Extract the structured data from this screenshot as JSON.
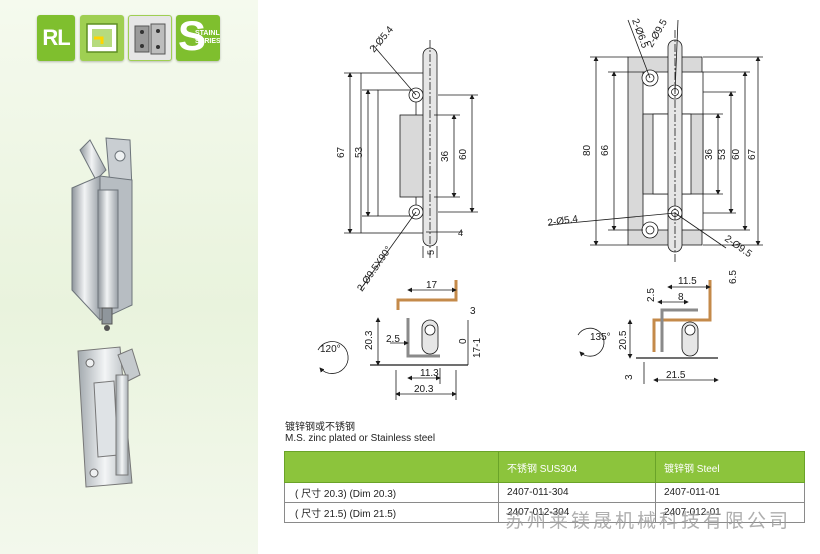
{
  "badges": {
    "rl": "RL",
    "stainless_big": "S",
    "stainless_small": "STAINLESS SERIES"
  },
  "left_drawing": {
    "labels": {
      "hole_top": "2-Ø5.4",
      "hole_bottom": "2-Ø9.5X90°",
      "dim_67": "67",
      "dim_53": "53",
      "dim_36": "36",
      "dim_60": "60",
      "dim_5": "5",
      "dim_4": "4",
      "dim_17": "17",
      "dim_3": "3",
      "dim_20_3_v": "20.3",
      "dim_2_5": "2.5",
      "dim_0": "0",
      "dim_17_1": "17-1",
      "dim_11_3": "11.3",
      "dim_20_3_h": "20.3",
      "angle": "120°"
    }
  },
  "right_drawing": {
    "labels": {
      "hole_top_a": "2-Ø6.5",
      "hole_top_b": "2-Ø9.5",
      "hole_mid": "2-Ø5.4",
      "hole_bottom": "2-Ø9.5",
      "dim_80": "80",
      "dim_66": "66",
      "dim_36": "36",
      "dim_53": "53",
      "dim_60": "60",
      "dim_67": "67",
      "dim_11_5": "11.5",
      "dim_2_5": "2.5",
      "dim_8": "8",
      "dim_6_5": "6.5",
      "dim_20_5": "20.5",
      "dim_3": "3",
      "dim_21_5": "21.5",
      "angle": "135°"
    }
  },
  "material": {
    "cn": "镀锌钢或不锈钢",
    "en": "M.S. zinc plated or Stainless steel"
  },
  "table": {
    "headers": [
      "",
      "不锈钢 SUS304",
      "镀锌钢 Steel"
    ],
    "rows": [
      [
        "( 尺寸 20.3) (Dim 20.3)",
        "2407-011-304",
        "2407-011-01"
      ],
      [
        "( 尺寸 21.5) (Dim 21.5)",
        "2407-012-304",
        "2407-012-01"
      ]
    ]
  },
  "watermark": "苏州莱镁晟机械科技有限公司",
  "colors": {
    "accent_green": "#8cc43c",
    "badge_green": "#7fbf2e",
    "line": "#1a1a1a",
    "part_fill": "#d9d9d9"
  }
}
